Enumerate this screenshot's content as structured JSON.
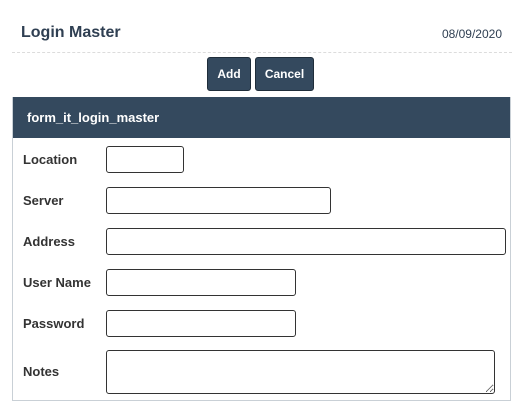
{
  "header": {
    "title": "Login Master",
    "date": "08/09/2020"
  },
  "toolbar": {
    "add_label": "Add",
    "cancel_label": "Cancel"
  },
  "form": {
    "title": "form_it_login_master",
    "fields": {
      "location": {
        "label": "Location",
        "value": ""
      },
      "server": {
        "label": "Server",
        "value": ""
      },
      "address": {
        "label": "Address",
        "value": ""
      },
      "user_name": {
        "label": "User Name",
        "value": ""
      },
      "password": {
        "label": "Password",
        "value": ""
      },
      "notes": {
        "label": "Notes",
        "value": ""
      }
    }
  },
  "colors": {
    "accent": "#34495e",
    "title_text": "#2f3f52",
    "label_text": "#333333"
  }
}
